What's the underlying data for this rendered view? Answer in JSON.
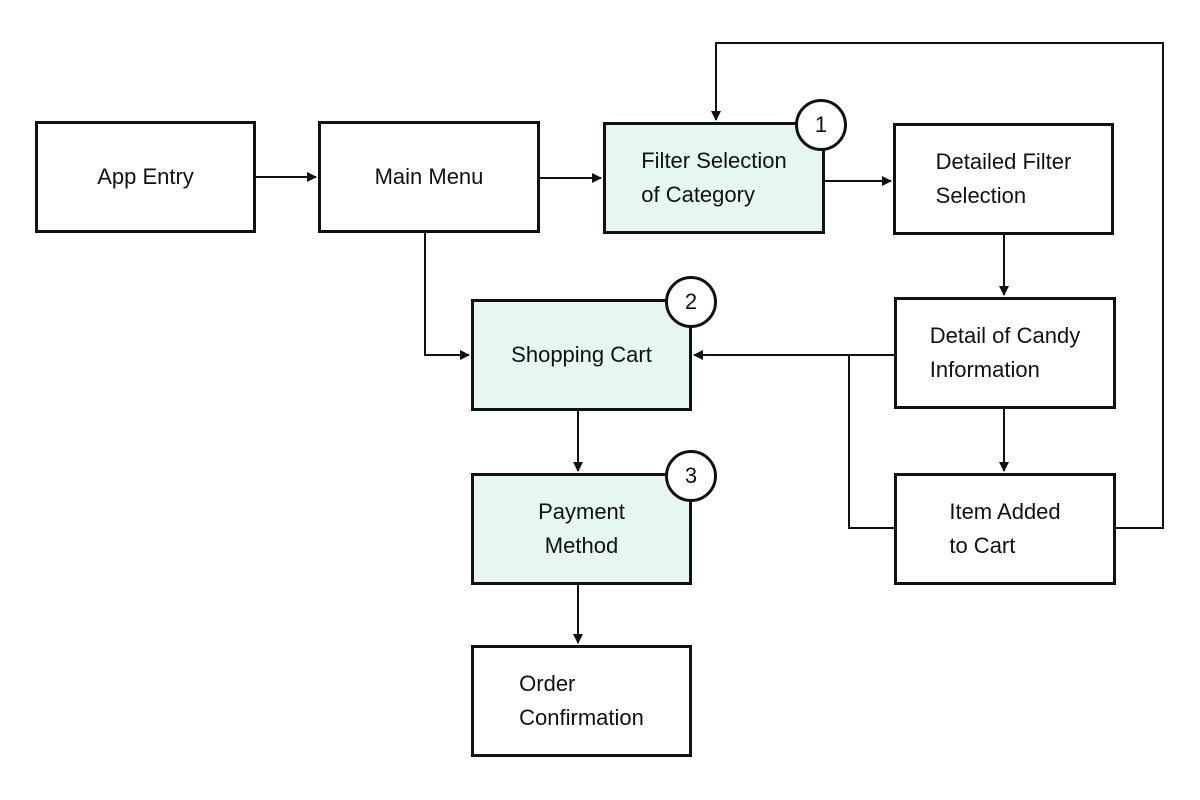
{
  "diagram": {
    "nodes": {
      "app_entry": "App Entry",
      "main_menu": "Main Menu",
      "filter_category": "Filter Selection\nof Category",
      "detailed_filter": "Detailed Filter\nSelection",
      "candy_info": "Detail of Candy\nInformation",
      "item_added": "Item Added\nto Cart",
      "shopping_cart": "Shopping Cart",
      "payment_method": "Payment\nMethod",
      "order_confirmation": "Order\nConfirmation"
    },
    "badges": {
      "filter_category": "1",
      "shopping_cart": "2",
      "payment_method": "3"
    },
    "colors": {
      "highlight_fill": "#e6f7f1",
      "stroke": "#111111"
    }
  }
}
